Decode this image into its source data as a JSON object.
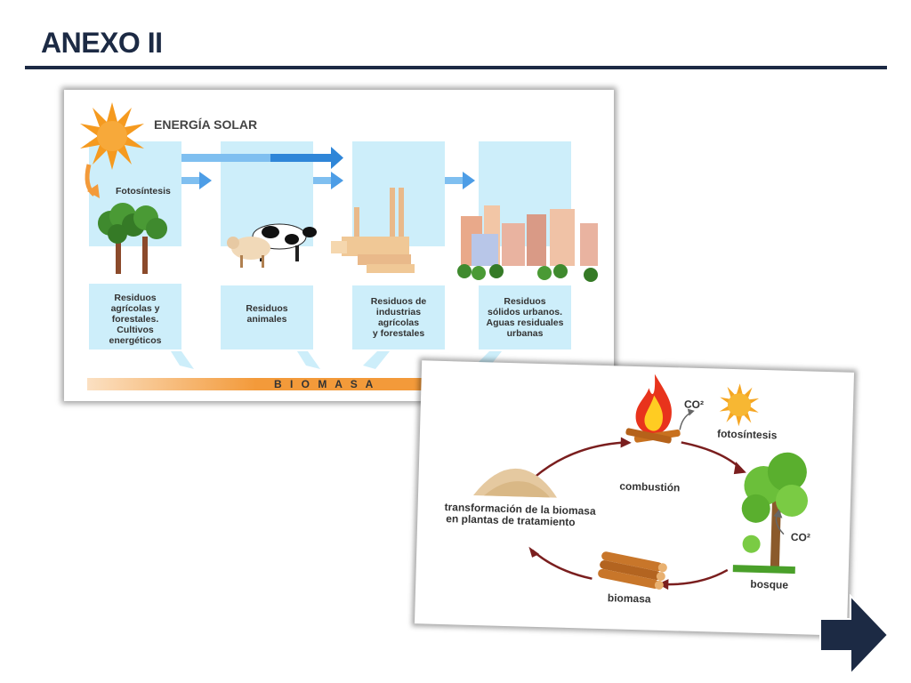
{
  "slide": {
    "title": "ANEXO II"
  },
  "diagram1": {
    "heading": "ENERGÍA SOLAR",
    "photosynthesis": "Fotosíntesis",
    "columns": [
      {
        "lines": [
          "Residuos",
          "agrícolas y",
          "forestales.",
          "Cultivos",
          "energéticos"
        ]
      },
      {
        "lines": [
          "Residuos",
          "animales"
        ]
      },
      {
        "lines": [
          "Residuos de",
          "industrias",
          "agrícolas",
          "y forestales"
        ]
      },
      {
        "lines": [
          "Residuos",
          "sólidos urbanos.",
          "Aguas residuales",
          "urbanas"
        ]
      }
    ],
    "footer": "B I O M A S A",
    "colors": {
      "sky": "#cdeefa",
      "arrow": "#2f86d8",
      "bar": "#f39a3a"
    }
  },
  "diagram2": {
    "combustion": "combustión",
    "co2_top": "CO²",
    "photosynthesis": "fotosíntesis",
    "forest": "bosque",
    "co2_right": "CO²",
    "biomass": "biomasa",
    "transform_line1": "transformación de la biomasa",
    "transform_line2": "en plantas de tratamiento",
    "colors": {
      "cycle_arrow": "#7a1e1e",
      "flame": "#e8331c",
      "sun": "#f5a623"
    }
  },
  "navigation": {
    "next_icon": "arrow-right-icon",
    "color": "#1c2a44"
  }
}
